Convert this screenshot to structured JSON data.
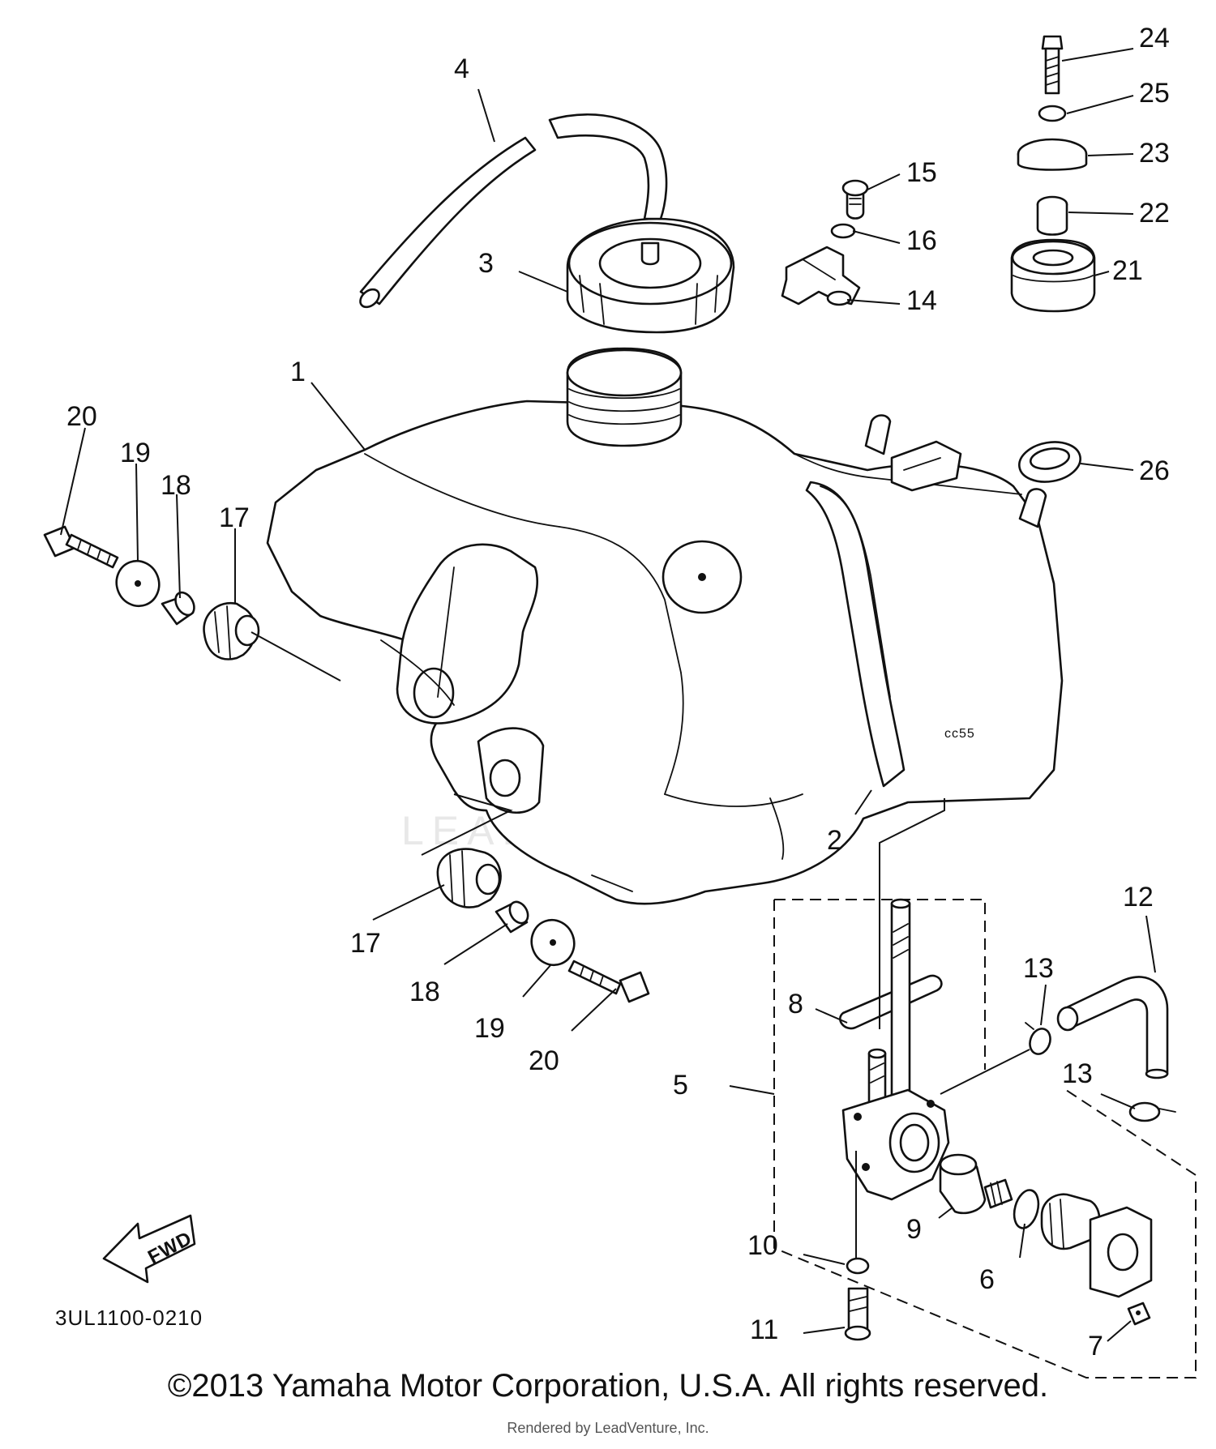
{
  "diagram": {
    "code": "3UL1100-0210",
    "fwd_label": "FWD",
    "watermark": "LEADVENTURE",
    "callouts": [
      "1",
      "2",
      "3",
      "4",
      "5",
      "6",
      "7",
      "8",
      "9",
      "10",
      "11",
      "12",
      "13",
      "13",
      "14",
      "15",
      "16",
      "17",
      "17",
      "18",
      "18",
      "19",
      "19",
      "20",
      "20",
      "21",
      "22",
      "23",
      "24",
      "25",
      "26"
    ]
  },
  "footer": {
    "copyright": "©2013 Yamaha Motor Corporation, U.S.A. All rights reserved.",
    "rendered_by": "Rendered by LeadVenture, Inc."
  }
}
